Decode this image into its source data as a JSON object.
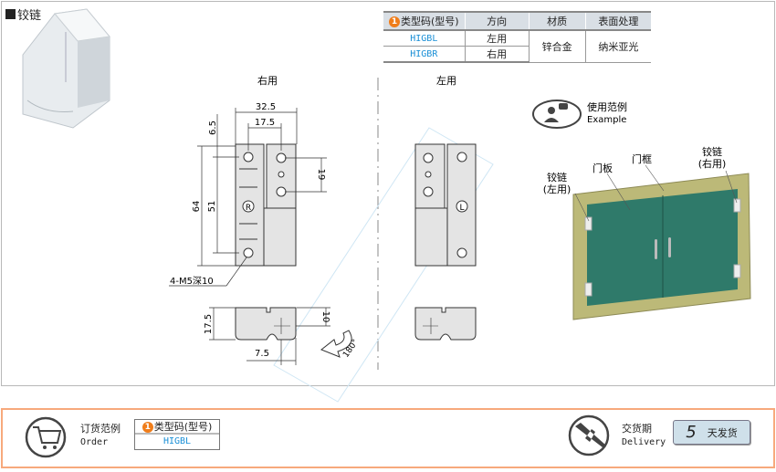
{
  "title": "铰链",
  "spec_table": {
    "headers": [
      "类型码(型号)",
      "方向",
      "材质",
      "表面处理"
    ],
    "header_badge": "1",
    "rows": [
      {
        "code": "HIGBL",
        "direction": "左用"
      },
      {
        "code": "HIGBR",
        "direction": "右用"
      }
    ],
    "material": "锌合金",
    "finish": "纳米亚光"
  },
  "drawing": {
    "right_label": "右用",
    "left_label": "左用",
    "dims": {
      "width_total": "32.5",
      "width_hole": "17.5",
      "top_offset": "6.5",
      "height": "64",
      "hole_span": "51",
      "small_span": "19",
      "thickness": "17.5",
      "depth": "10",
      "offset": "7.5",
      "rotation": "180°"
    },
    "thread_note": "4-M5深10",
    "mark_r": "R",
    "mark_l": "L"
  },
  "example": {
    "title": "使用范例",
    "subtitle": "Example",
    "labels": {
      "hinge_left": "铰链",
      "hinge_left_sub": "(左用)",
      "door": "门板",
      "frame": "门框",
      "hinge_right": "铰链",
      "hinge_right_sub": "(右用)"
    }
  },
  "order": {
    "title": "订货范例",
    "subtitle": "Order",
    "header": "类型码(型号)",
    "badge": "1",
    "value": "HIGBL"
  },
  "delivery": {
    "title": "交货期",
    "subtitle": "Delivery",
    "days": "5",
    "unit": "天发货"
  },
  "colors": {
    "accent": "#f07d1a",
    "code": "#1a8fd6",
    "door": "#2f7a6a",
    "frame": "#bcb978"
  }
}
